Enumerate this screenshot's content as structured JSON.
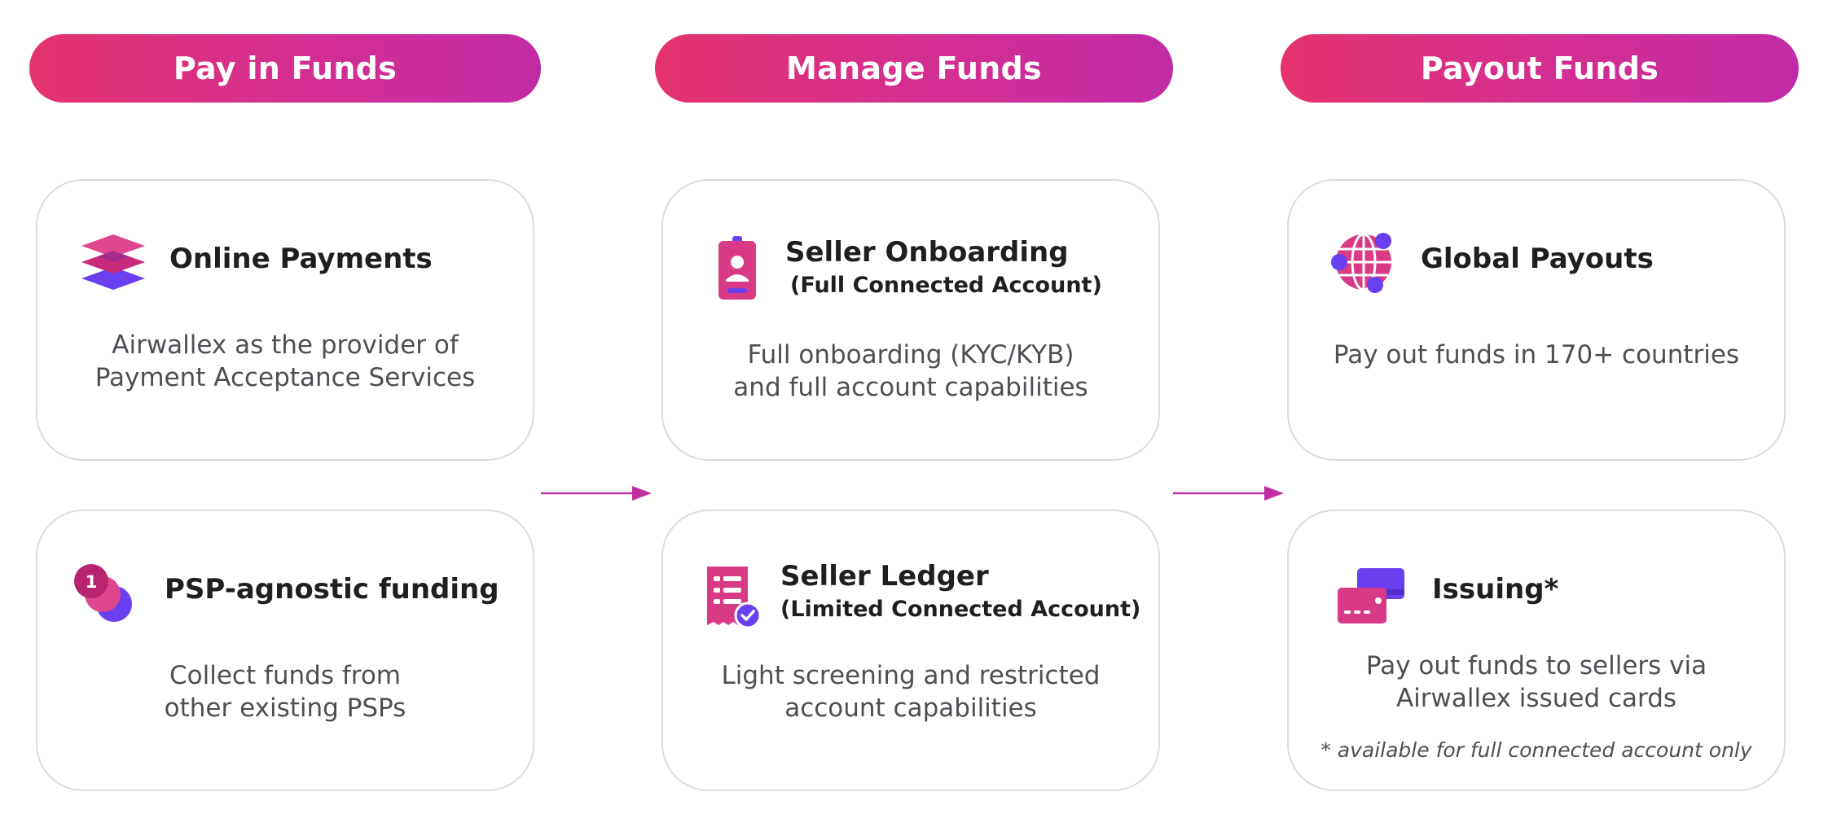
{
  "columns": [
    {
      "header": "Pay in Funds",
      "cards": [
        {
          "title": "Online Payments",
          "subtitle": "",
          "description": "Airwallex as the provider of Payment Acceptance Services",
          "icon": "layers-icon"
        },
        {
          "title": "PSP-agnostic funding",
          "subtitle": "",
          "description": "Collect funds from other existing PSPs",
          "icon": "badge-one-circles-icon",
          "icon_badge": "1"
        }
      ]
    },
    {
      "header": "Manage Funds",
      "cards": [
        {
          "title": "Seller Onboarding",
          "subtitle": "(Full Connected Account)",
          "description": "Full onboarding (KYC/KYB) and full account capabilities",
          "icon": "id-badge-icon"
        },
        {
          "title": "Seller Ledger",
          "subtitle": "(Limited Connected Account)",
          "description": "Light screening and restricted account capabilities",
          "icon": "receipt-check-icon"
        }
      ]
    },
    {
      "header": "Payout Funds",
      "cards": [
        {
          "title": "Global Payouts",
          "subtitle": "",
          "description": "Pay out funds in 170+ countries",
          "icon": "globe-network-icon"
        },
        {
          "title": "Issuing*",
          "subtitle": "",
          "description": "Pay out funds to sellers via Airwallex issued cards",
          "note": "* available for full connected account only",
          "icon": "cards-icon"
        }
      ]
    }
  ],
  "colors": {
    "gradient_start": "#e4336f",
    "gradient_end": "#c12ca6",
    "arrow": "#c32fa0",
    "pink": "#dc3a8c",
    "purple": "#6a3ff0"
  }
}
